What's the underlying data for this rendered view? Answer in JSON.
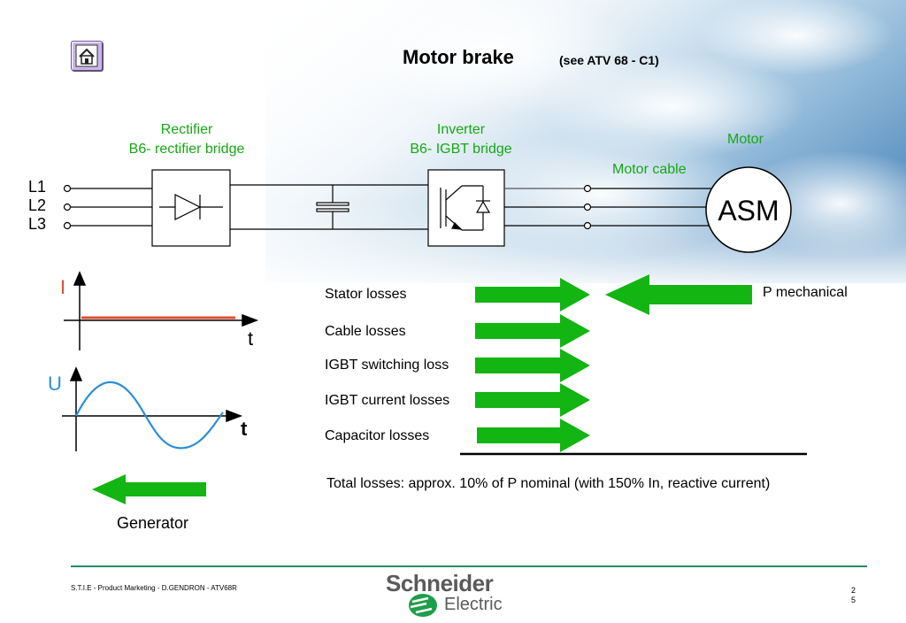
{
  "title": "Motor brake",
  "subtitle": "(see ATV 68 - C1)",
  "diagram": {
    "rectifier_label": "Rectifier",
    "rectifier_sub": "B6- rectifier bridge",
    "inverter_label": "Inverter",
    "inverter_sub": "B6- IGBT bridge",
    "motor_label": "Motor",
    "motor_cable_label": "Motor cable",
    "motor_text": "ASM",
    "lines": [
      "L1",
      "L2",
      "L3"
    ]
  },
  "graphs": {
    "current_label": "I",
    "current_time": "t",
    "voltage_label": "U",
    "voltage_time": "t"
  },
  "losses": [
    "Stator losses",
    "Cable losses",
    "IGBT switching loss",
    "IGBT current losses",
    "Capacitor losses"
  ],
  "p_mechanical": "P mechanical",
  "total_losses": "Total losses:  approx.  10% of P nominal (with 150% In, reactive current)",
  "generator": "Generator",
  "footer": {
    "credit": "S.T.I.E - Product Marketing - D.GENDRON - ATV68R",
    "page_top": "2",
    "page_bottom": "5",
    "brand_top": "Schneider",
    "brand_bottom": "Electric"
  },
  "colors": {
    "accent_green": "#14a814",
    "arrow_green": "#12b512",
    "voltage_blue": "#2a8fd6",
    "current_red": "#e05030",
    "footer_green": "#1f8f63"
  }
}
